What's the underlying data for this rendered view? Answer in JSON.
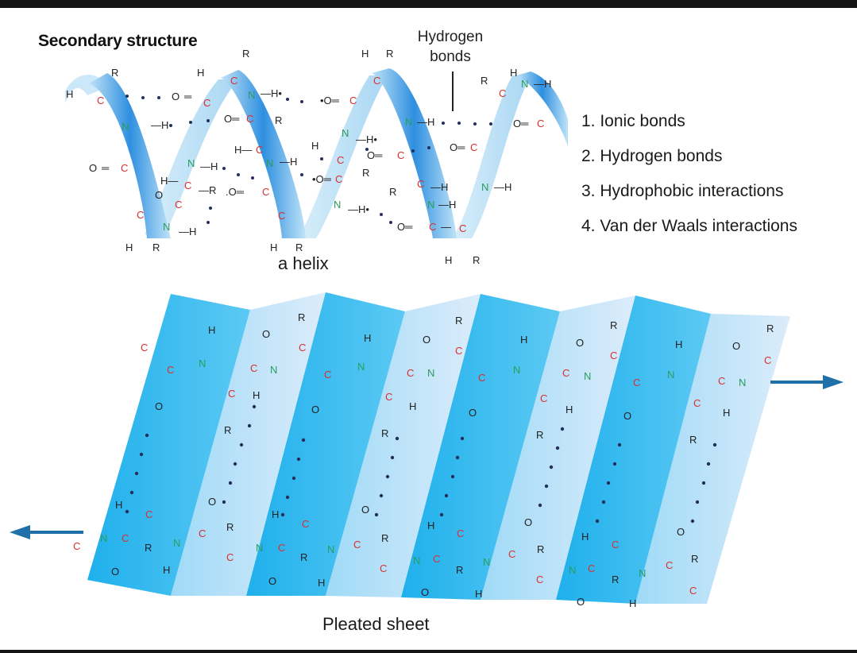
{
  "title": "Secondary structure",
  "hydrogen_label": "Hydrogen\nbonds",
  "hydrogen_line1": "Hydrogen",
  "hydrogen_line2": "bonds",
  "helix_caption": "a helix",
  "sheet_caption": "Pleated sheet",
  "legend": [
    "1. Ionic bonds",
    "2. Hydrogen bonds",
    "3. Hydrophobic interactions",
    "4. Van der Waals interactions"
  ],
  "atom_colors": {
    "carbon": "#d9302f",
    "nitrogen": "#2a9d5c",
    "oxygen_hydrogen": "#222222",
    "ribbon_dark": "#2e8fe0",
    "ribbon_light": "#bfe3f7",
    "sheet_blue": "#27b6ee",
    "sheet_light": "#d6ecfb",
    "hbond_dots": "#23305e",
    "arrow": "#1f6fa8"
  },
  "icons": [
    "direction-arrow-icon"
  ]
}
